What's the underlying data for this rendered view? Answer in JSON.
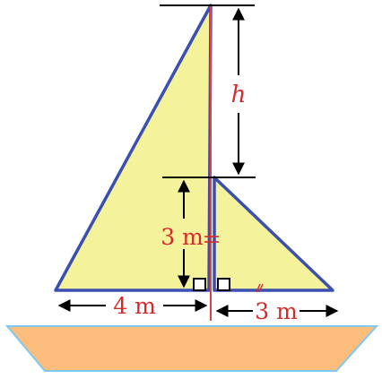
{
  "labels": {
    "height": "h",
    "short_side": "3 m",
    "left_base": "4 m",
    "right_base": "3 m"
  },
  "colors": {
    "sail_fill": "#f4f29a",
    "sail_stroke": "#3a4fb0",
    "mast": "#e0404a",
    "hull_fill": "#fcbd7c",
    "hull_stroke": "#7ec9f0",
    "label": "#d62a2a",
    "arrow": "#000000"
  }
}
